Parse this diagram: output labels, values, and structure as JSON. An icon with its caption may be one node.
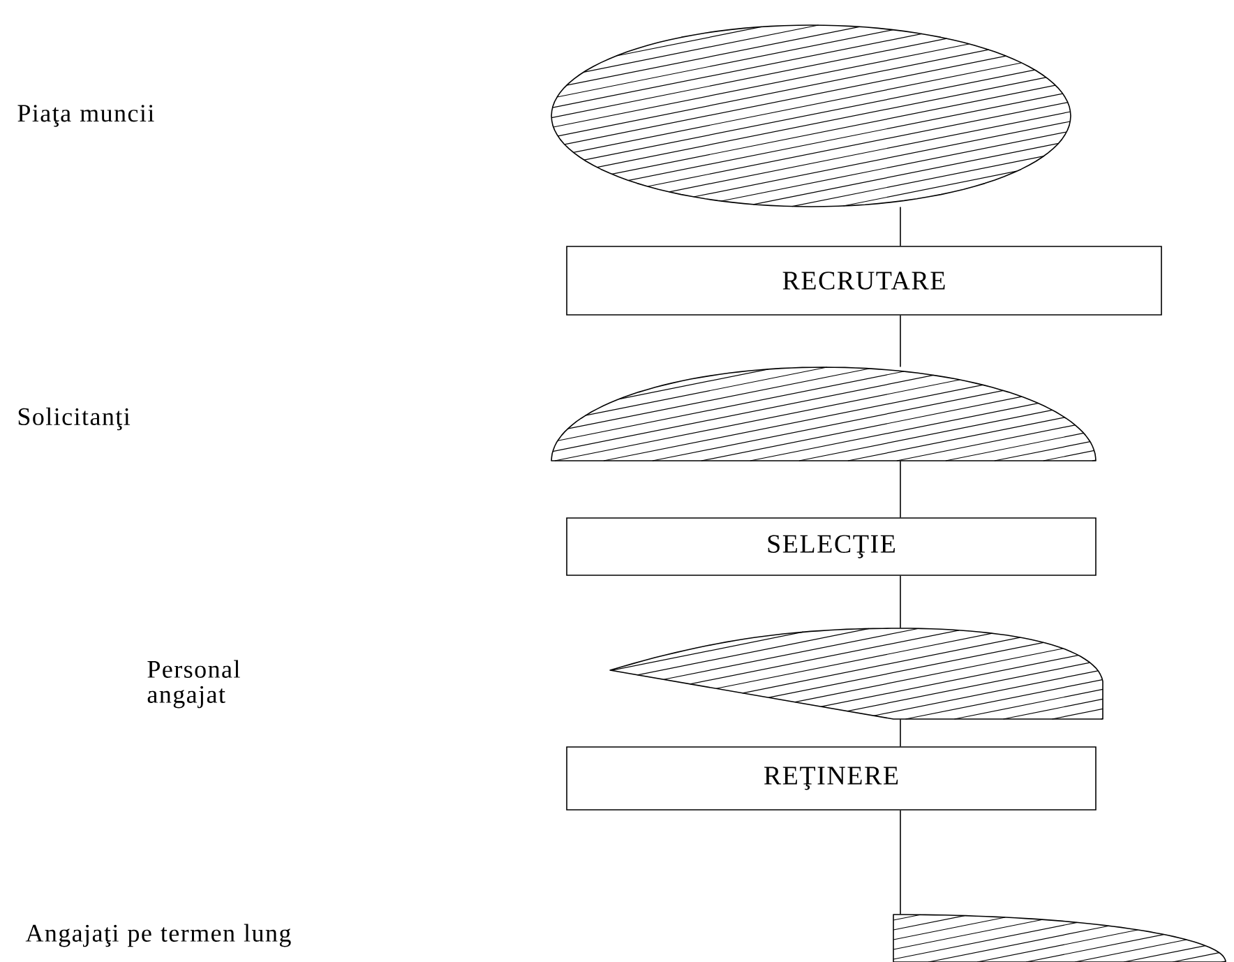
{
  "diagram": {
    "nodes": [
      {
        "text": [],
        "shape": "ellipse"
      },
      {
        "text": [
          "RECRUTARE"
        ]
      },
      {
        "text": [],
        "shape": "half-ellipse"
      },
      {
        "text": [
          "SELECŢIE"
        ]
      },
      {
        "text": [],
        "shape": "segment"
      },
      {
        "text": [
          "REŢINERE"
        ]
      },
      {
        "text": [],
        "shape": "quarter-ellipse"
      }
    ],
    "edges": [
      {
        "from": 0,
        "to": 1,
        "arrow": "none"
      },
      {
        "from": 1,
        "to": 2,
        "arrow": "none"
      },
      {
        "from": 2,
        "to": 3,
        "arrow": "none"
      },
      {
        "from": 3,
        "to": 4,
        "arrow": "none"
      },
      {
        "from": 4,
        "to": 5,
        "arrow": "none"
      },
      {
        "from": 5,
        "to": 6,
        "arrow": "none"
      }
    ],
    "labels": [
      "Piaţa muncii",
      "Solicitanţi",
      "Personal angajat",
      "Angajaţi pe termen lung"
    ]
  }
}
